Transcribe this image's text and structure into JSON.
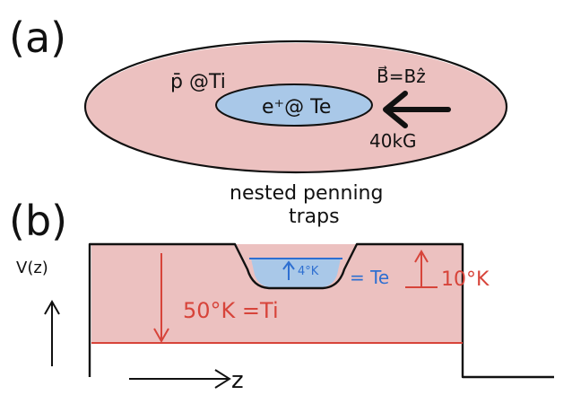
{
  "panel_a": {
    "label": "(a)",
    "outer_plasma_label": "p̄ @Ti",
    "inner_plasma_label": "e⁺@ Te",
    "field_label": "B⃗=Bẑ",
    "field_strength": "40kG",
    "caption_line1": "nested penning",
    "caption_line2": "traps"
  },
  "panel_b": {
    "label": "(b)",
    "y_axis_label": "V(z)",
    "x_axis_label": "z",
    "positron_depth": "4°K",
    "positron_temp_eq": "= Te",
    "antiproton_depth_label": "10°K",
    "antiproton_temp_label": "50°K =Ti"
  },
  "colors": {
    "antiproton_fill": "#ecc1c0",
    "positron_fill": "#a9c8e8",
    "ink": "#111111",
    "red_ink": "#d7443a",
    "blue_ink": "#2e6fd1"
  }
}
